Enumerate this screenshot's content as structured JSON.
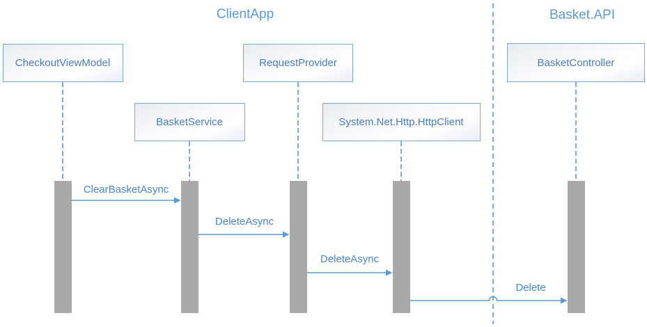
{
  "diagram": {
    "type": "sequence-diagram",
    "groups": [
      {
        "label": "ClientApp"
      },
      {
        "label": "Basket.API"
      }
    ],
    "participants": [
      {
        "label": "CheckoutViewModel",
        "group": "ClientApp"
      },
      {
        "label": "BasketService",
        "group": "ClientApp"
      },
      {
        "label": "RequestProvider",
        "group": "ClientApp"
      },
      {
        "label": "System.Net.Http.HttpClient",
        "group": "ClientApp"
      },
      {
        "label": "BasketController",
        "group": "Basket.API"
      }
    ],
    "messages": [
      {
        "label": "ClearBasketAsync",
        "from": "CheckoutViewModel",
        "to": "BasketService"
      },
      {
        "label": "DeleteAsync",
        "from": "BasketService",
        "to": "RequestProvider"
      },
      {
        "label": "DeleteAsync",
        "from": "RequestProvider",
        "to": "System.Net.Http.HttpClient"
      },
      {
        "label": "Delete",
        "from": "System.Net.Http.HttpClient",
        "to": "BasketController"
      }
    ],
    "colors": {
      "header_blue": "#5B9BD5",
      "box_text_blue": "#4A7EBB",
      "message_text_blue": "#4A86C8",
      "line_blue": "#7FA8DC",
      "arrow_blue": "#5B9BD5",
      "box_border_blue": "#7BA7D8",
      "activation_gray": "#A9A9A9"
    }
  }
}
